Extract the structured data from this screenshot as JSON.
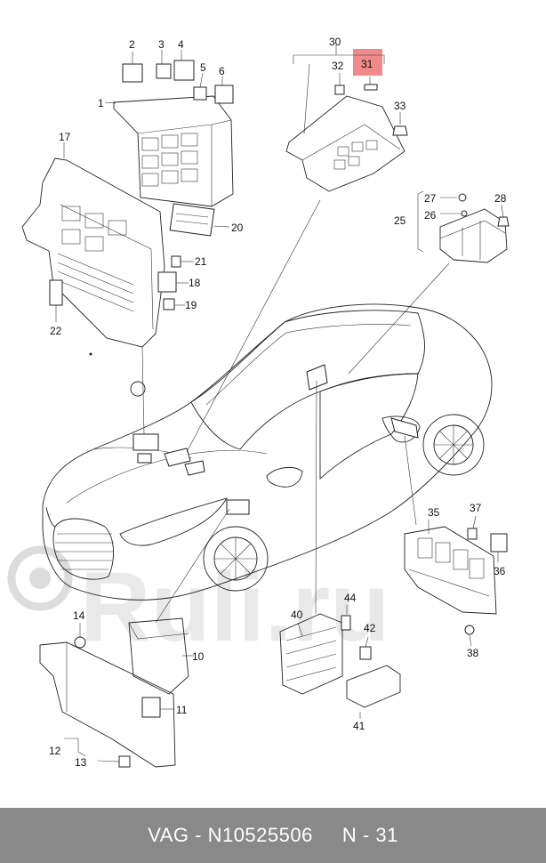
{
  "watermark": "Ruli.ru",
  "footer": {
    "text": "VAG - N10525506     N - 31"
  },
  "highlight_color": "#f08a8a",
  "callouts": {
    "c1": "1",
    "c2": "2",
    "c3": "3",
    "c4": "4",
    "c5": "5",
    "c6": "6",
    "c10": "10",
    "c11": "11",
    "c12": "12",
    "c13": "13",
    "c14": "14",
    "c17": "17",
    "c18": "18",
    "c19": "19",
    "c20": "20",
    "c21": "21",
    "c22": "22",
    "c25": "25",
    "c26": "26",
    "c27": "27",
    "c28": "28",
    "c30": "30",
    "c31": "31",
    "c32": "32",
    "c33": "33",
    "c35": "35",
    "c36": "36",
    "c37": "37",
    "c38": "38",
    "c40": "40",
    "c41": "41",
    "c42": "42",
    "c44": "44"
  }
}
